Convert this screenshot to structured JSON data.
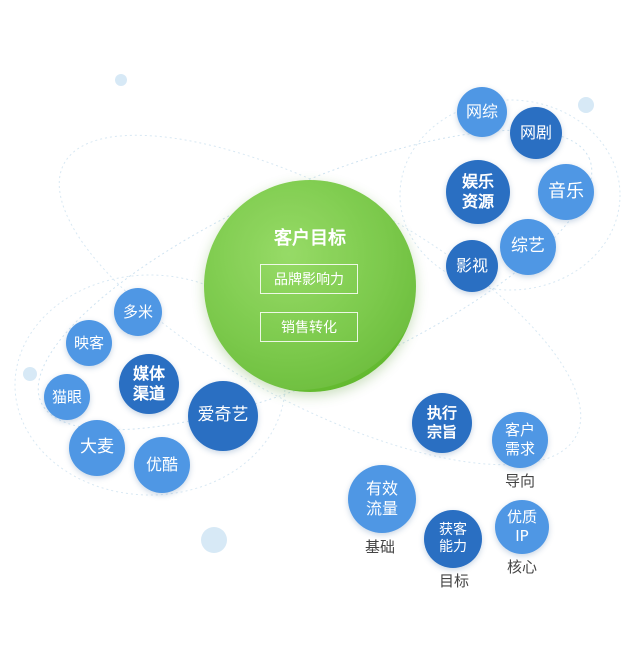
{
  "center": {
    "title": "客户目标",
    "items": [
      "品牌影响力",
      "销售转化"
    ]
  },
  "right_cluster": [
    "网综",
    "网剧",
    "娱乐\n资源",
    "音乐",
    "综艺",
    "影视"
  ],
  "left_cluster": [
    "多米",
    "映客",
    "媒体\n渠道",
    "猫眼",
    "爱奇艺",
    "大麦",
    "优酷"
  ],
  "bottom_cluster": {
    "bubbles": [
      "执行\n宗旨",
      "客户\n需求",
      "有效\n流量",
      "获客\n能力",
      "优质\nIP"
    ],
    "captions": [
      "导向",
      "基础",
      "目标",
      "核心"
    ]
  },
  "colors": {
    "light_bubble": "#4f97e4",
    "dark_bubble": "#2a6fc2",
    "center_green": "#6fc43b",
    "orbit_line": "#cfe3f1",
    "decor_dot": "#d7e9f6"
  }
}
